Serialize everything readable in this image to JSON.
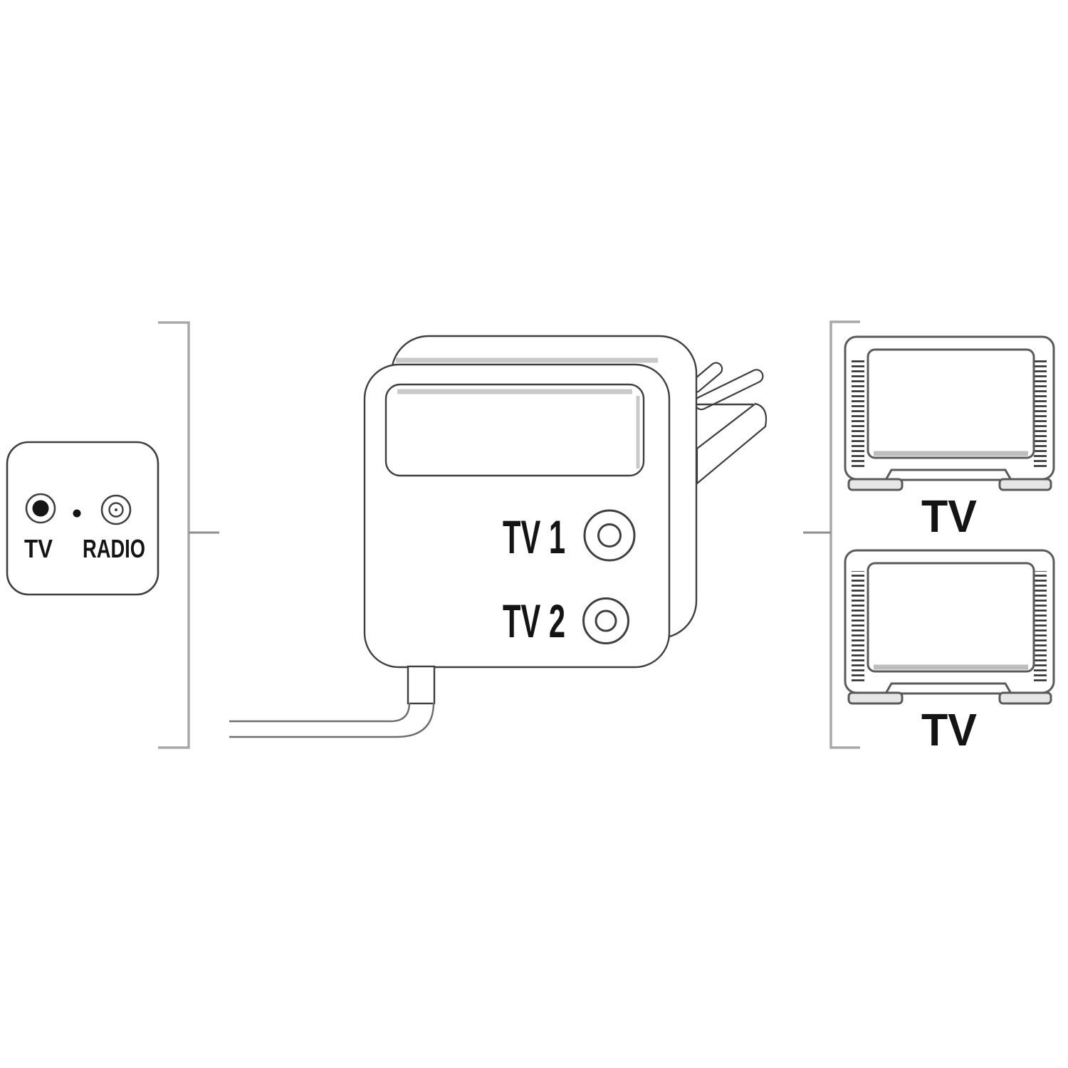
{
  "page": {
    "background": "#ffffff"
  },
  "diagram": {
    "description_type": "tv-antenna-splitter-connection-diagram",
    "wall_socket": {
      "tv_label": "TV",
      "radio_label": "RADIO"
    },
    "splitter": {
      "port1_label": "TV 1",
      "port2_label": "TV 2"
    },
    "tv_sets": [
      {
        "label": "TV"
      },
      {
        "label": "TV"
      }
    ],
    "colors": {
      "outline_dark": "#3f3f3f",
      "outline_tv": "#5a5a5a",
      "cable_gray": "#6e6e6e",
      "bracket_gray": "#a8a8a8",
      "shadow_gray": "#c9c9c9",
      "text": "#141414",
      "background": "#ffffff"
    }
  }
}
